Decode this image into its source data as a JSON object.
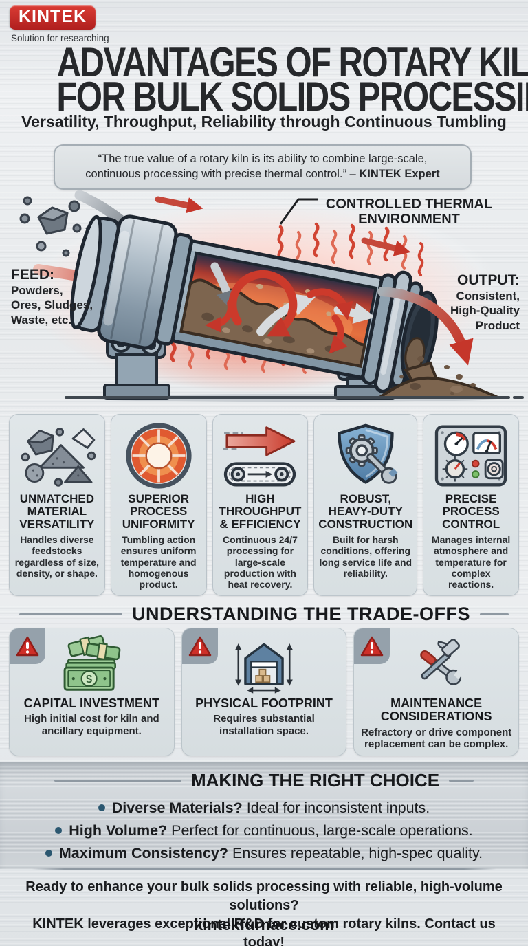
{
  "brand": {
    "logo_text": "KINTEK",
    "tagline": "Solution for researching"
  },
  "header": {
    "title_line1": "ADVANTAGES OF ROTARY KILNS",
    "title_line2": "FOR BULK SOLIDS PROCESSING",
    "subtitle": "Versatility, Throughput, Reliability through Continuous Tumbling"
  },
  "quote": {
    "text": "“The true value of a rotary kiln is its ability to combine large-scale, continuous processing with precise thermal control.” – ",
    "attribution": "KINTEK Expert"
  },
  "diagram": {
    "thermal_line1": "CONTROLLED THERMAL",
    "thermal_line2": "ENVIRONMENT",
    "feed_label": "FEED:",
    "feed_lines": [
      "Powders,",
      "Ores, Sludges,",
      "Waste, etc."
    ],
    "output_label": "OUTPUT:",
    "output_lines": [
      "Consistent,",
      "High-Quality",
      "Product"
    ]
  },
  "advantages": [
    {
      "icon": "rocks-icon",
      "title": "UNMATCHED MATERIAL VERSATILITY",
      "body": "Handles diverse feedstocks regardless of size, density, or shape."
    },
    {
      "icon": "kiln-cross-section-icon",
      "title": "SUPERIOR PROCESS UNIFORMITY",
      "body": "Tumbling action ensures uniform temperature and homogenous product."
    },
    {
      "icon": "conveyor-arrow-icon",
      "title": "HIGH THROUGHPUT & EFFICIENCY",
      "body": "Continuous 24/7 processing for large-scale production with heat recovery."
    },
    {
      "icon": "shield-gear-wrench-icon",
      "title": "ROBUST, HEAVY-DUTY CONSTRUCTION",
      "body": "Built for harsh conditions, offering long service life and reliability."
    },
    {
      "icon": "control-panel-icon",
      "title": "PRECISE PROCESS CONTROL",
      "body": "Manages internal atmosphere and temperature for complex reactions."
    }
  ],
  "tradeoffs": {
    "heading": "UNDERSTANDING THE TRADE-OFFS",
    "cards": [
      {
        "icon": "money-stack-icon",
        "icon_char": "$",
        "title": "CAPITAL INVESTMENT",
        "body": "High initial cost for kiln and ancillary equipment."
      },
      {
        "icon": "warehouse-dimensions-icon",
        "title": "PHYSICAL FOOTPRINT",
        "body": "Requires substantial installation space."
      },
      {
        "icon": "wrench-hammer-icon",
        "title": "MAINTENANCE CONSIDERATIONS",
        "body": "Refractory or drive component replacement can be complex."
      }
    ]
  },
  "choice": {
    "heading": "MAKING THE RIGHT CHOICE",
    "bullets": [
      {
        "q": "Diverse Materials?",
        "a": "Ideal for inconsistent inputs."
      },
      {
        "q": "High Volume?",
        "a": "Perfect for continuous, large-scale operations."
      },
      {
        "q": "Maximum Consistency?",
        "a": "Ensures repeatable, high-spec quality."
      }
    ]
  },
  "footer": {
    "line1": "Ready to enhance your bulk solids processing with reliable, high-volume solutions?",
    "line2": "KINTEK leverages exceptional R&D for custom rotary kilns. Contact us today!",
    "site": "kintekfurnace.com"
  },
  "colors": {
    "kintek_red": "#c32a28",
    "heat_red": "#cc3a2b",
    "steel_gray": "#8fa2b0",
    "card_bg": "#dde3e6",
    "warning_red": "#ce2f28",
    "money_green": "#9ccb97",
    "shield_blue": "#5f8cb4",
    "bullet_teal": "#2b5770"
  }
}
